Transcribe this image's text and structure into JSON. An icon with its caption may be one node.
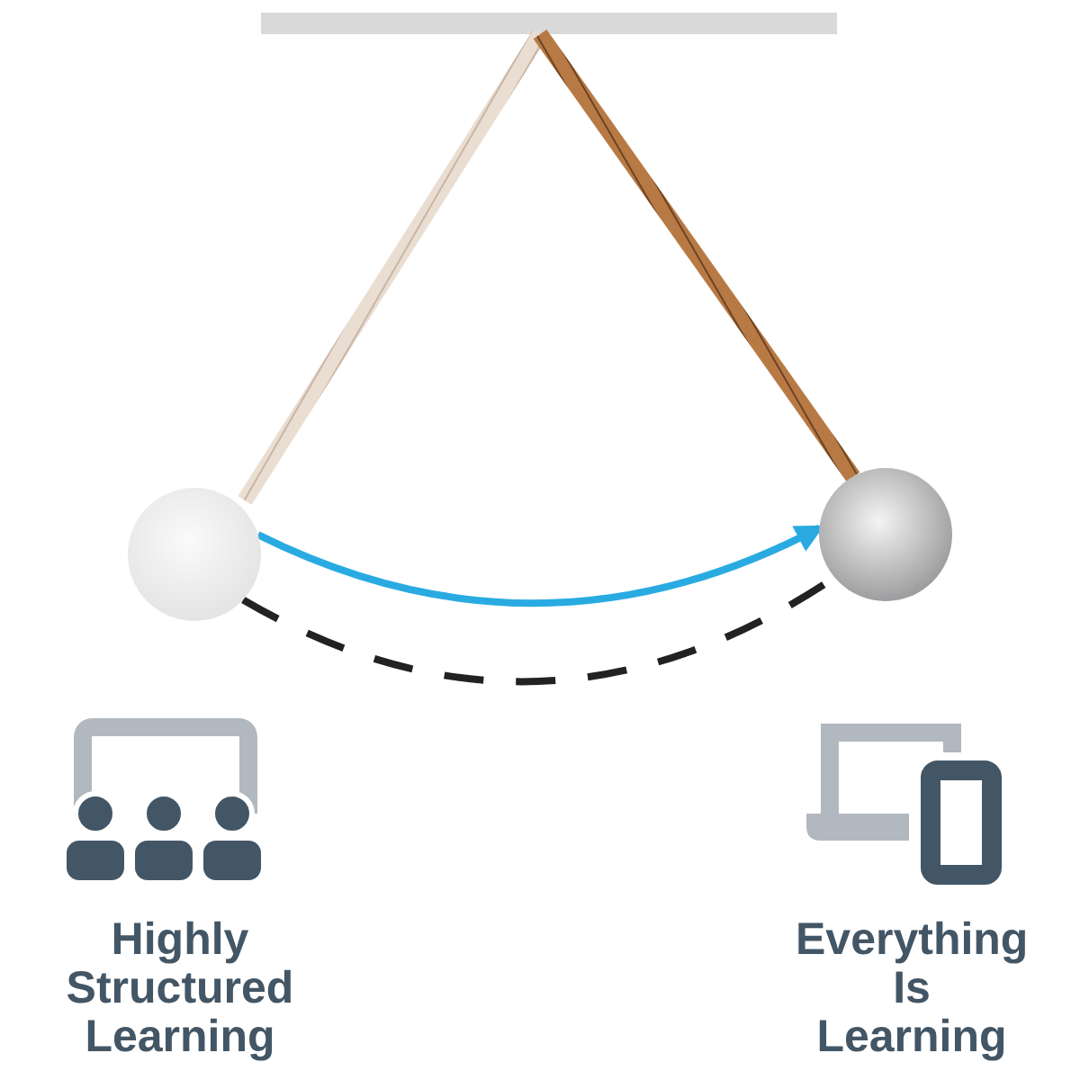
{
  "diagram": {
    "nodes": [
      {
        "text": [],
        "shape": "circle"
      },
      {
        "text": [],
        "shape": "circle"
      }
    ],
    "edges": [
      {
        "from": 0,
        "to": 1,
        "arrow": "to",
        "color": "#29abe2"
      },
      {
        "from": 0,
        "to": 1,
        "arrow": "none",
        "style": "dashed",
        "color": "#222222"
      }
    ],
    "labels": [
      "Highly Structured Learning",
      "Everything Is Learning"
    ]
  }
}
